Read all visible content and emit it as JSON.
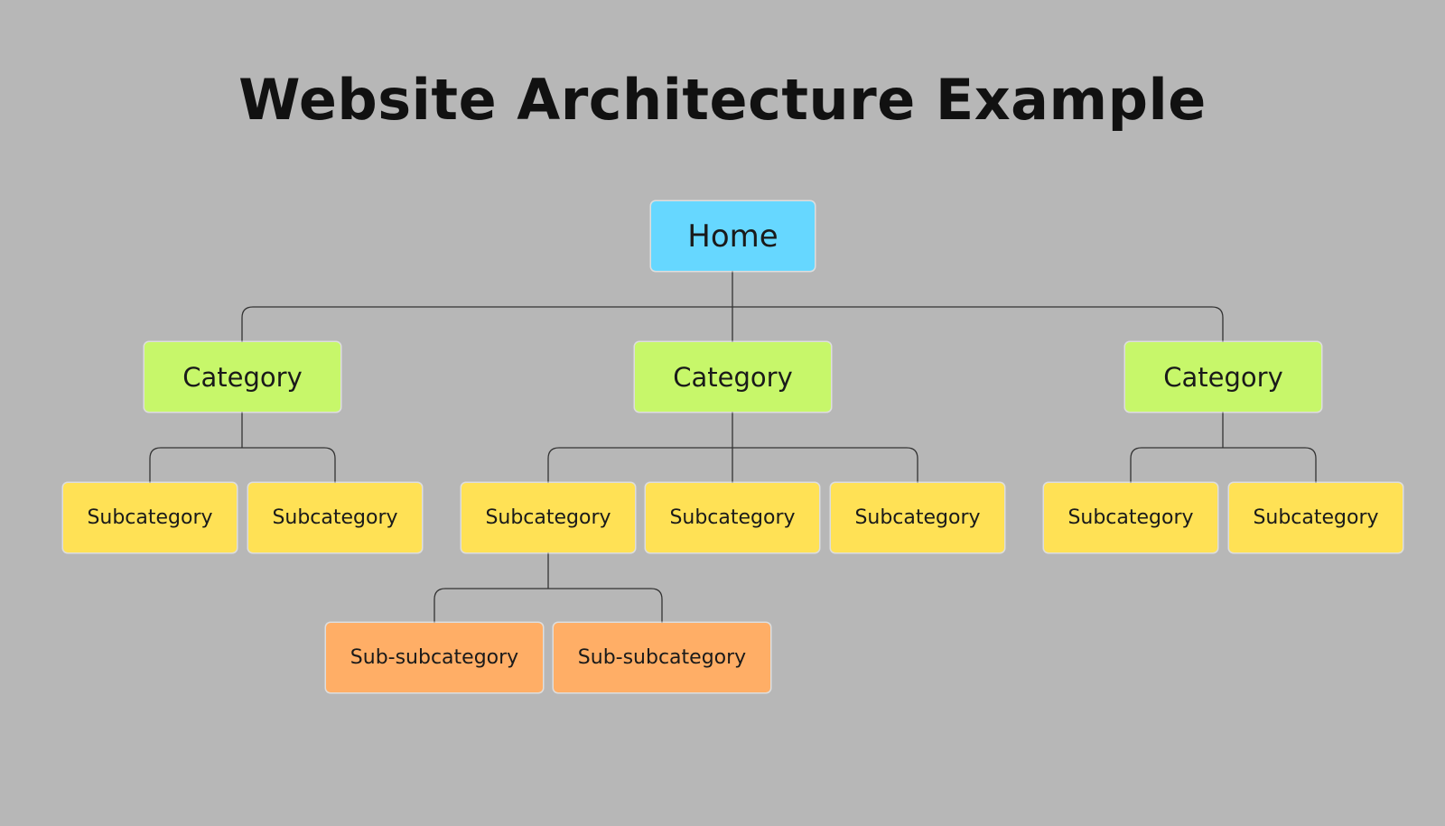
{
  "diagram": {
    "title": "Website Architecture Example",
    "home": {
      "label": "Home",
      "color": "#66d7ff"
    },
    "categories": [
      {
        "label": "Category",
        "color": "#c7f76a"
      },
      {
        "label": "Category",
        "color": "#c7f76a"
      },
      {
        "label": "Category",
        "color": "#c7f76a"
      }
    ],
    "subcategories": [
      {
        "label": "Subcategory",
        "parent": 0
      },
      {
        "label": "Subcategory",
        "parent": 0
      },
      {
        "label": "Subcategory",
        "parent": 1
      },
      {
        "label": "Subcategory",
        "parent": 1
      },
      {
        "label": "Subcategory",
        "parent": 1
      },
      {
        "label": "Subcategory",
        "parent": 2
      },
      {
        "label": "Subcategory",
        "parent": 2
      }
    ],
    "subsubcategories": [
      {
        "label": "Sub-subcategory",
        "parent": 2
      },
      {
        "label": "Sub-subcategory",
        "parent": 2
      }
    ],
    "colors": {
      "background": "#b7b7b7",
      "subcategory": "#ffe155",
      "subsubcategory": "#ffae66",
      "connector": "#333333"
    }
  }
}
